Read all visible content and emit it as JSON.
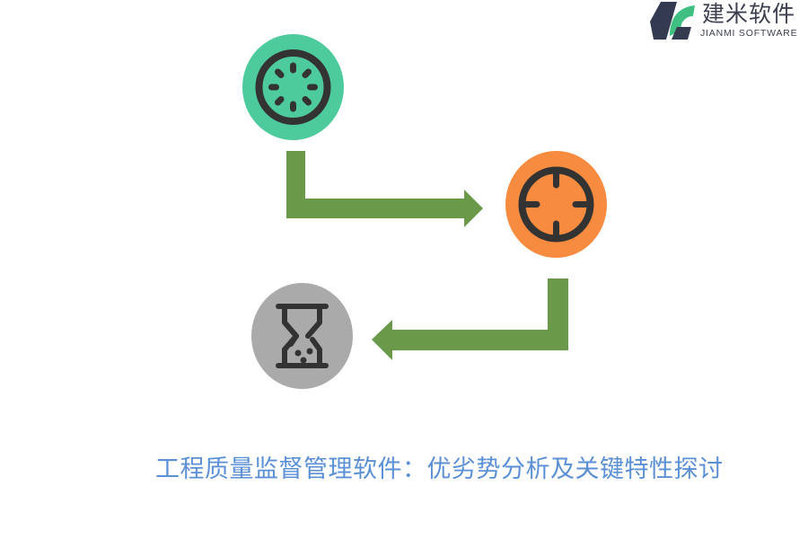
{
  "logo": {
    "brand_cn": "建米软件",
    "brand_en": "JIANMI SOFTWARE",
    "icon": "jianmi-logo-icon",
    "colors": {
      "dark": "#343a50",
      "green": "#3fbf82"
    }
  },
  "diagram": {
    "nodes": [
      {
        "id": "start",
        "icon": "loading-spinner-icon",
        "color": "#4ecb9c",
        "icon_color": "#333333"
      },
      {
        "id": "target",
        "icon": "crosshair-target-icon",
        "color": "#f78c40",
        "icon_color": "#333333"
      },
      {
        "id": "time",
        "icon": "hourglass-icon",
        "color": "#aaaaaa",
        "icon_color": "#333333"
      }
    ],
    "edges": [
      {
        "from": "start",
        "to": "target",
        "shape": "elbow-right-arrow",
        "color": "#6a994a"
      },
      {
        "from": "target",
        "to": "time",
        "shape": "elbow-left-arrow",
        "color": "#6a994a"
      }
    ]
  },
  "title": {
    "text": "工程质量监督管理软件：优劣势分析及关键特性探讨",
    "color": "#5b8fd6"
  }
}
